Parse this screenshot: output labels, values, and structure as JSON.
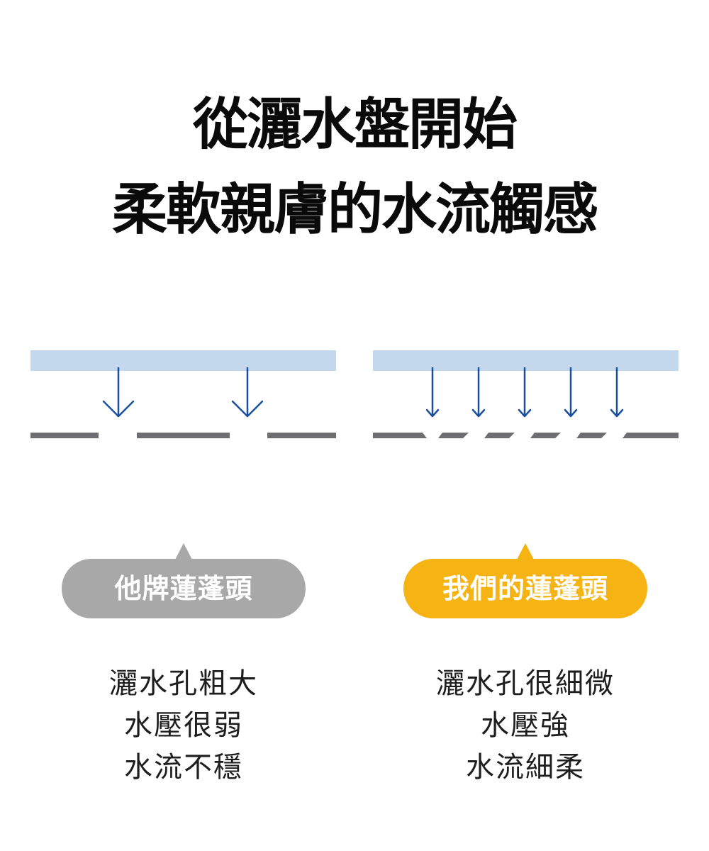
{
  "headline": {
    "line1": "從灑水盤開始",
    "line2": "柔軟親膚的水流觸感"
  },
  "colors": {
    "water_plate": "#c3d8ed",
    "arrow": "#1a4fa0",
    "nozzle_plate": "#6e6e72",
    "pill_other": "#a8a8a8",
    "pill_ours": "#f5b414"
  },
  "comparison": {
    "other": {
      "label": "他牌蓮蓬頭",
      "lines": [
        "灑水孔粗大",
        "水壓很弱",
        "水流不穩"
      ],
      "arrow_count": 2,
      "hole_count": 2
    },
    "ours": {
      "label": "我們的蓮蓬頭",
      "lines": [
        "灑水孔很細微",
        "水壓強",
        "水流細柔"
      ],
      "arrow_count": 5,
      "hole_count": 5
    }
  }
}
